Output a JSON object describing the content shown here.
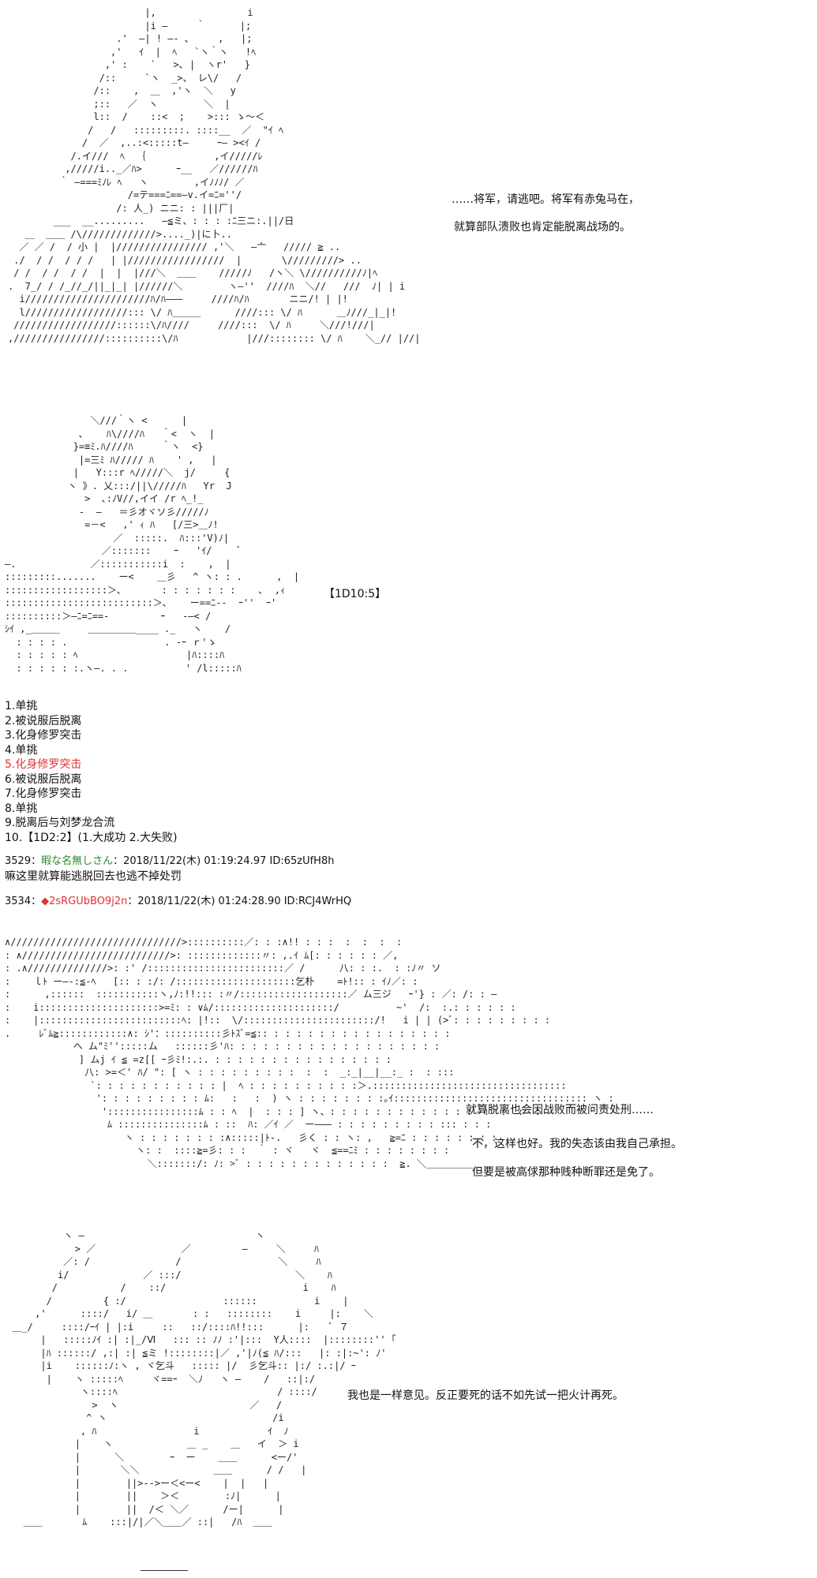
{
  "panel1": {
    "art": "                        |,                i\n                        |i ―     ｀      |;\n                   .'  ―| ! ―‐ ､     ,   |;\n                  ,'   ｲ  |  ﾍ   `ヽ｀ヽ   !ﾍ\n                 ,' :    `   >､ |  ヽr'   }\n                /::     `ヽ  _>、 レ\\/   /\n               /::    ,  ＿  ,'ヽ  ＼   y\n               ;::   ／  ヽ        ＼  |\n               l::  /    ::<  ;    >::: ゝ～＜\n              /   /   :::::::::. ::::__  ／  \"ｲ ﾍ\n             /  ／  ,..:<:::::t―     ｰ― ><ｲ /\n           /.イ///  ﾍ  ｛            ,イ/////ﾚ\n          ,/////i.._／ﾊ>      ｰ__   ／//////ﾊ\n         ｀ ―===ﾐﾉﾚ ﾍ   ヽ        ,イﾉﾉﾉ/ ／\n                     /=テ===ﾆ==―v.イ=ﾆ=''/\n                   /: 人_) ニニ: : |||厂|\n        ___  __.........   ―≦ミ、: : : :ﾆ三ニ:.||/日\n   ＿  ＿＿ /\\/////////////>...._)|に卜..\n  ／ ／ /  / 小 |  |//////////////// ,'＼   ―亠   ///// ≧ ..\n ./  / /  / / /   | |/////////////////  |       \\/////////> ..\n / /  / /  / /  |  |  |///＼  ＿＿    /////ﾉ   /ヽ＼ \\//////////ﾉ|ﾍ\n.  7_/ / /_//_/||_|_| |//////＼        ヽ―''  ////ﾊ  ＼//   ///  ﾉ| | i\n  i//////////////////////ﾊ/ﾊ―――     ////ﾊ/ﾊ       ニニ/! | |!\n  l//////////////////::: \\/ ﾊ＿＿＿      ////::: \\/ ﾊ      ＿ﾉ///_|_|!\n //////////////////::::::\\/ﾊ////     ////:::  \\/ ﾊ     ＼///!///|\n,////////////////::::::::::\\/ﾊ            |///:::::::: \\/ ﾊ    ＼_// |//|",
    "lines": [
      "……将军，请逃吧。将军有赤兔马在，",
      "就算部队溃败也肯定能脱离战场的。"
    ]
  },
  "panel2": {
    "art": "               ＼///｀ヽ <      |\n             ､    ﾊ\\////ﾊ   ｀<  ヽ  |\n            }=≡ﾐ.ﾊ////ﾊ     ｀ヽ  <}\n             |=三ﾐ ﾊ///// ﾊ    ' ,   |\n            |   Y:::r ﾍ/////＼  j/     {\n           ヽ 》. 乂:::/||\\/////ﾊ   Yr  J\n              >  ､:ﾉV//,イイ /r ﾍ_!_\n             -  ―   ＝彡オヾソ彡/////ﾉ\n              =－<   ,' ｨ ﾊ   [/三>＿ﾉ!\n                   ／  :::::.  ﾊ:::'V)ﾉ|\n                 ／:::::::    ｰ   'ｲ/     ﾞ\n―.             ／:::::::::::i  :    ,  |\n:::::::::.......    ー<    ＿彡   ^ ヽ: : .      ,  |\n::::::::::::::::::＞､       : : : : : : :    ､  ,ｨ\n::::::::::::::::::::::::::＞､    ー==ﾆ--  ｰ''  ｰ'\n::::::::::＞―ﾆ=ﾆ==-         ｰ   -―< /\nｼｲ ,_＿＿＿     ＿＿＿＿＿____ ._   ヽ    /\n  : : : : .                 . -ｰ ｒ'ゝ\n  : : : : : ﾍ                   |ﾊ::::ﾊ\n  : : : : : :.ヽ―. . .          ' /l:::::ﾊ",
    "dice": "【1D10:5】"
  },
  "choices": [
    {
      "text": "1.单挑",
      "highlight": false
    },
    {
      "text": "2.被说服后脱离",
      "highlight": false
    },
    {
      "text": "3.化身修罗突击",
      "highlight": false
    },
    {
      "text": "4.单挑",
      "highlight": false
    },
    {
      "text": "5.化身修罗突击",
      "highlight": true
    },
    {
      "text": "6.被说服后脱离",
      "highlight": false
    },
    {
      "text": "7.化身修罗突击",
      "highlight": false
    },
    {
      "text": "8.单挑",
      "highlight": false
    },
    {
      "text": "9.脱离后与刘梦龙合流",
      "highlight": false
    },
    {
      "text": "10.【1D2:2】(1.大成功  2.大失败)",
      "highlight": false
    }
  ],
  "post1": {
    "number": "3529：",
    "name": "暇な名無しさん",
    "meta": "：2018/11/22(木) 01:19:24.97 ID:65zUfH8h",
    "body": "嘛这里就算能逃脱回去也逃不掉处罚"
  },
  "post2": {
    "number": "3534：",
    "diamond": "◆",
    "name": "2sRGUbBO9j2n",
    "meta": "：2018/11/22(木) 01:24:28.90 ID:RCJ4WrHQ"
  },
  "panel3": {
    "art": "∧//////////////////////////////>::::::::::／: : :∧!! : : :  :  :  :  :\n: ∧//////////////////////////>: :::::::::::::〃: ,.ｲ ﾑ[: : : : : : ／,\n: .∧//////////////>: :' /::::::::::::::::::::::::／ /      八: : :.  : :ﾉ〃 ソ\n:    ｌﾄ ー―-:≦-ﾍ   [:: : :/: /:::::::::::::::::::::乞朴    =ﾄ!:: : ｲﾉ／: :\n:      ,::::::  :::::::::::ヽ,ﾉ:!!::: :〃/:::::::::::::::::::／ ム三ジ   ｰ'} : ／: /: : ―\n:    i:::::::::::::::::::::>=ﾐ: : ∨ﾑ/:::::::::::::::::::::/          ~'  /:  :.: : : : : :\n:    |:::::::::::::::::::::::::ﾍ: |!::  \\/:::::::::::::::::::::::/!   i | | (>ﾞ: : : : : : : : :\n.     ﾚﾞﾑ≧::::::::::::∧: ｼ'：::::::::::彡ﾄｽﾞ=≦:: : : : : : : : : : : : : : : : :\n            ヘ ム\"ﾐ'':::::ム   ::::::彡'ﾊ: : : : : : : : : : : : : : : : : : :\n             ] ムj ｲ ≦ =z[[ ｰ彡ﾐ!:.:. : : : : : : : : : : : : : : : :\n              八: >=＜' ﾊ/ \": [ ヽ : : : : : : : : :  :  :  _:_|__|__:_ :  : :::\n               `: : : : : : : : : : : |  ﾍ : : : : : : : : : :＞.::::::::::::::::::::::::::::::::::\n                ': : : : : : : : : ﾑ:   :   :  ) ヽ : : : : : : : :｡ｲ:::::::::::::::::::::::::::::::::: ヽ :\n                 '::::::::::::::::ﾑ : : ﾍ  |  : : : ] ヽ、: : : : : : : : : : : : :  :  :  :  :\n                  ﾑ :::::::::::::::ﾑ : ::  ﾊ: ／ｲ ／  ー――― : : : : : : : : : ::: : : :\n                     ヽ : : : : : : : :∧:::::|ﾄ‐.   彡く : : ヽ: ,   ≧=ﾆ : : : : : : : :\n                       ヽ: :  ::::≧=彡: : :  ｀ : ヾ   ヾ  ≦==ﾆﾐ : : : : : : : :\n                         ＼:::::::/: ﾉ: >ﾞ : : : : : : : : : : : : :  ≧. ＼＿＿＿＿＿\n",
    "lines": [
      "就算脱离也会因战败而被问责处刑……",
      "不，这样也好。我的失态该由我自己承担。",
      "但要是被高俅那种贱种断罪还是免了。"
    ]
  },
  "panel4": {
    "art": "          ヽ ―                              ヽ\n            > ／               ／         ―     ＼     ﾊ\n          ／: /               /                 ＼     ﾊ\n         i/             ／ :::/                    ＼    ﾊ\n        /           /    ::/                        i    ﾊ\n       /         { :/                 ::::::          i    |\n     ,'      ::::/   i/ ＿       : :   ::::::::    i     |:    ＼\n ＿_/     ::::/ｰｲ | |:i     ::   ::/::::ﾊ!!:::      |:    ﾞ ７\n      |   :::::ﾉｲ :| :|_/Ⅵ   ::: :: ﾉﾉ :'|:::  Y人::::  |::::::::'' ｢\n      |ﾊ ::::::/ ,:| :| ≦ミ !::::::::|／ ,'|ﾉ(≦ ﾊ/:::   |: :|:~': ﾉ'\n      |i    ::::::ﾉ:ヽ , ヾ乞斗   ::::: |/  彡乞斗:: |:/ :.:|/ ｰ\n       |    ヽ :::::ﾍ     ヾ==ｰ  ＼ﾉ   ヽ ―    /   ::|:/\n             ヽ::::ﾍ                            / ::::/\n               >  ヽ                       ／   /\n              ^ ヽ                             /i\n             , ﾊ                 i            ｲ  ﾉ\n            |    ヽ             ＿ _    ＿   イ  ＞ i\n            |      ＼        ｰ  ー    ＿＿      <ー/'\n            |       ＼＼             ＿＿      / /   |\n            |        ||>-->ー＜<ー<    |  |   |\n            |        ||    ＞＜        :ﾉ|      |\n            |        ||  /＜ ＼／      /ー|      |\n   ＿＿       ﾑ    :::|/|／＼＿＿／ ::|   /ﾊ  ＿＿",
    "lines": [
      "我也是一样意见。反正要死的话不如先试一把火计再死。"
    ]
  }
}
